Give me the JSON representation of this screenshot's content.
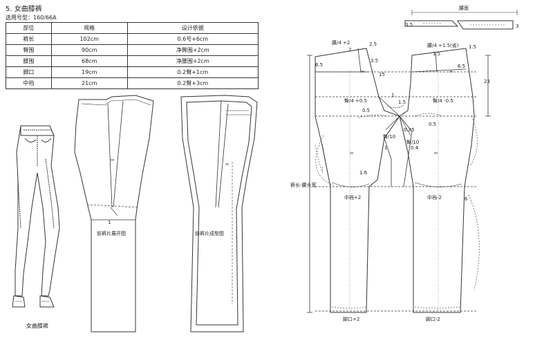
{
  "header": {
    "title": "5. 女曲膝裤",
    "size_spec": "选用号型：160/66A"
  },
  "table": {
    "columns": [
      "部位",
      "规格",
      "设计依据"
    ],
    "rows": [
      [
        "裤长",
        "102cm",
        "0.6号+6cm"
      ],
      [
        "臀围",
        "90cm",
        "净臀围+2cm"
      ],
      [
        "腰围",
        "68cm",
        "净腰围+2cm"
      ],
      [
        "脚口",
        "19cm",
        "0.2臀+1cm"
      ],
      [
        "中裆",
        "21cm",
        "0.2臀+3cm"
      ]
    ]
  },
  "figures": {
    "sketch_caption": "女曲膝裤",
    "front_open_caption": "前裤片展开图",
    "front_open_mark": "1",
    "front_shaped_caption": "前裤片成型图",
    "waistband_caption": "腰面",
    "waistband_dim_left": "3.5",
    "waistband_dim_right": "3"
  },
  "draft_labels": {
    "waist_front": "腰/4 +2",
    "waist_back": "腰/4 +1.5(省)",
    "hip_front": "臀/4 +0.5",
    "hip_back": "臀/4 -0.5",
    "knee_front": "中裆+2",
    "knee_back": "中裆-2",
    "hem_front": "脚口+2",
    "hem_back": "脚口-2",
    "length_label": "裤长-腰头宽",
    "crotch_front": "臀/10",
    "crotch_back": "臀/10",
    "dims": [
      "2.5",
      "2",
      "3.5",
      "6.5",
      "15",
      "1.5",
      "0.5",
      "0.35",
      "0.4",
      "1.6",
      "1",
      "1.5",
      "1.5",
      "6.5",
      "23",
      "0.5",
      "1",
      "6"
    ]
  }
}
